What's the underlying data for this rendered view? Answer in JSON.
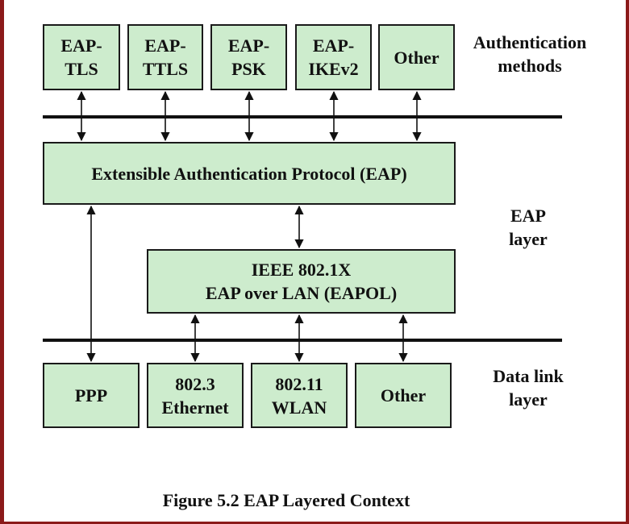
{
  "methods": [
    {
      "line1": "EAP-",
      "line2": "TLS"
    },
    {
      "line1": "EAP-",
      "line2": "TTLS"
    },
    {
      "line1": "EAP-",
      "line2": "PSK"
    },
    {
      "line1": "EAP-",
      "line2": "IKEv2"
    },
    {
      "line1": "Other",
      "line2": ""
    }
  ],
  "side_labels": {
    "auth": {
      "line1": "Authentication",
      "line2": "methods"
    },
    "eap": {
      "line1": "EAP",
      "line2": "layer"
    },
    "datalink": {
      "line1": "Data link",
      "line2": "layer"
    }
  },
  "eap_box": "Extensible Authentication Protocol (EAP)",
  "eapol_box": {
    "line1": "IEEE 802.1X",
    "line2": "EAP over LAN (EAPOL)"
  },
  "link_boxes": [
    {
      "line1": "PPP",
      "line2": ""
    },
    {
      "line1": "802.3",
      "line2": "Ethernet"
    },
    {
      "line1": "802.11",
      "line2": "WLAN"
    },
    {
      "line1": "Other",
      "line2": ""
    }
  ],
  "caption": "Figure 5.2  EAP Layered Context",
  "colors": {
    "box_fill": "#cdeccd",
    "frame": "#8b1a1a"
  }
}
